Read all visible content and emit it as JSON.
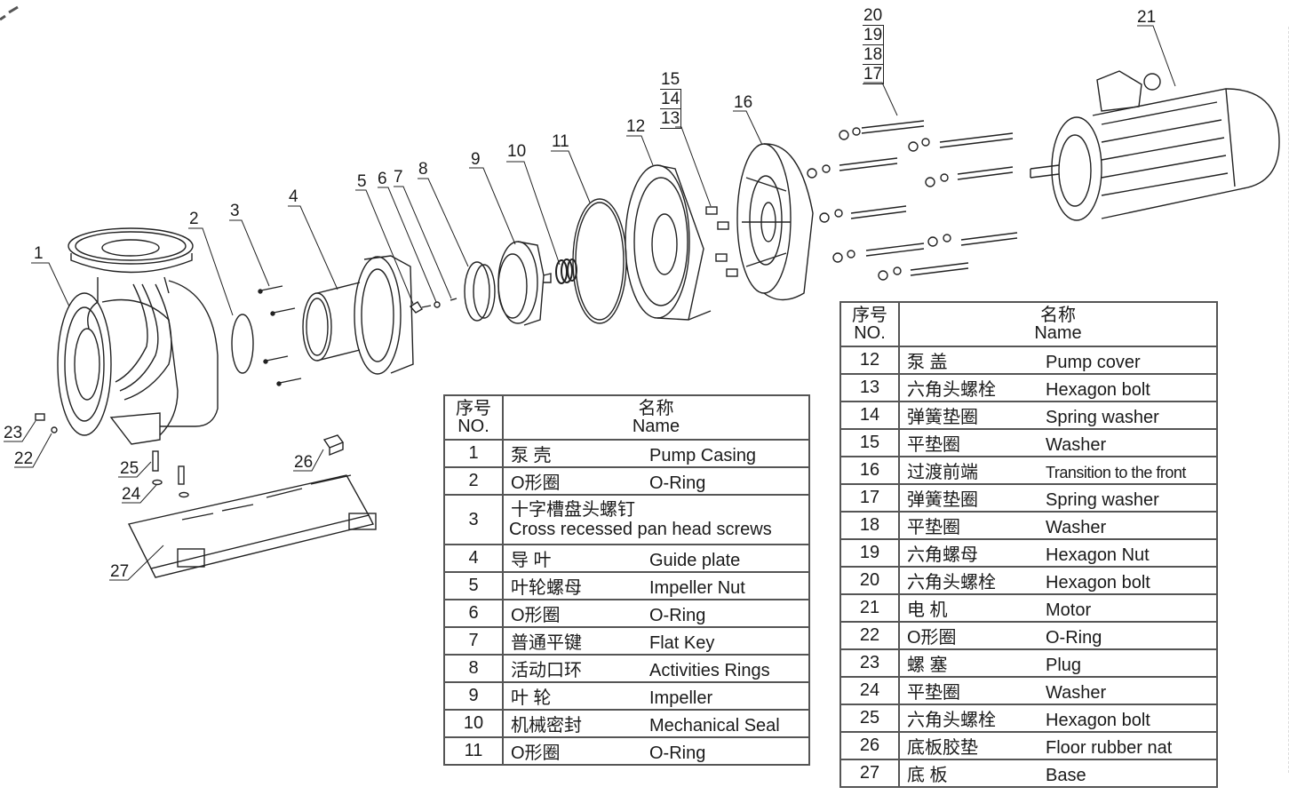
{
  "diagram": {
    "title": "Pump exploded view",
    "callouts": [
      "1",
      "2",
      "3",
      "4",
      "5",
      "6",
      "7",
      "8",
      "9",
      "10",
      "11",
      "12",
      "13",
      "14",
      "15",
      "16",
      "17",
      "18",
      "19",
      "20",
      "21",
      "22",
      "23",
      "24",
      "25",
      "26",
      "27"
    ],
    "stack_13_15": [
      "15",
      "14",
      "13"
    ],
    "stack_17_20": [
      "20",
      "19",
      "18",
      "17"
    ]
  },
  "table_left": {
    "header": {
      "no_cn": "序号",
      "no_en": "NO.",
      "name_cn": "名称",
      "name_en": "Name"
    },
    "rows": [
      {
        "no": "1",
        "cn": "泵 壳",
        "en": "Pump Casing"
      },
      {
        "no": "2",
        "cn": "O形圈",
        "en": "O-Ring"
      },
      {
        "no": "3",
        "cn": "十字槽盘头螺钉",
        "en": "Cross recessed pan head screws"
      },
      {
        "no": "4",
        "cn": "导 叶",
        "en": "Guide plate"
      },
      {
        "no": "5",
        "cn": "叶轮螺母",
        "en": "Impeller Nut"
      },
      {
        "no": "6",
        "cn": "O形圈",
        "en": "O-Ring"
      },
      {
        "no": "7",
        "cn": "普通平键",
        "en": "Flat Key"
      },
      {
        "no": "8",
        "cn": "活动口环",
        "en": "Activities Rings"
      },
      {
        "no": "9",
        "cn": "叶 轮",
        "en": "Impeller"
      },
      {
        "no": "10",
        "cn": "机械密封",
        "en": "Mechanical Seal"
      },
      {
        "no": "11",
        "cn": "O形圈",
        "en": "O-Ring"
      }
    ]
  },
  "table_right": {
    "header": {
      "no_cn": "序号",
      "no_en": "NO.",
      "name_cn": "名称",
      "name_en": "Name"
    },
    "rows": [
      {
        "no": "12",
        "cn": "泵 盖",
        "en": "Pump cover"
      },
      {
        "no": "13",
        "cn": "六角头螺栓",
        "en": "Hexagon bolt"
      },
      {
        "no": "14",
        "cn": "弹簧垫圈",
        "en": "Spring washer"
      },
      {
        "no": "15",
        "cn": "平垫圈",
        "en": "Washer"
      },
      {
        "no": "16",
        "cn": "过渡前端",
        "en": "Transition to the front"
      },
      {
        "no": "17",
        "cn": "弹簧垫圈",
        "en": "Spring washer"
      },
      {
        "no": "18",
        "cn": "平垫圈",
        "en": "Washer"
      },
      {
        "no": "19",
        "cn": "六角螺母",
        "en": "Hexagon Nut"
      },
      {
        "no": "20",
        "cn": "六角头螺栓",
        "en": "Hexagon bolt"
      },
      {
        "no": "21",
        "cn": "电 机",
        "en": "Motor"
      },
      {
        "no": "22",
        "cn": "O形圈",
        "en": "O-Ring"
      },
      {
        "no": "23",
        "cn": "螺 塞",
        "en": "Plug"
      },
      {
        "no": "24",
        "cn": "平垫圈",
        "en": "Washer"
      },
      {
        "no": "25",
        "cn": "六角头螺栓",
        "en": "Hexagon bolt"
      },
      {
        "no": "26",
        "cn": "底板胶垫",
        "en": "Floor rubber nat"
      },
      {
        "no": "27",
        "cn": "底 板",
        "en": "Base"
      }
    ]
  }
}
